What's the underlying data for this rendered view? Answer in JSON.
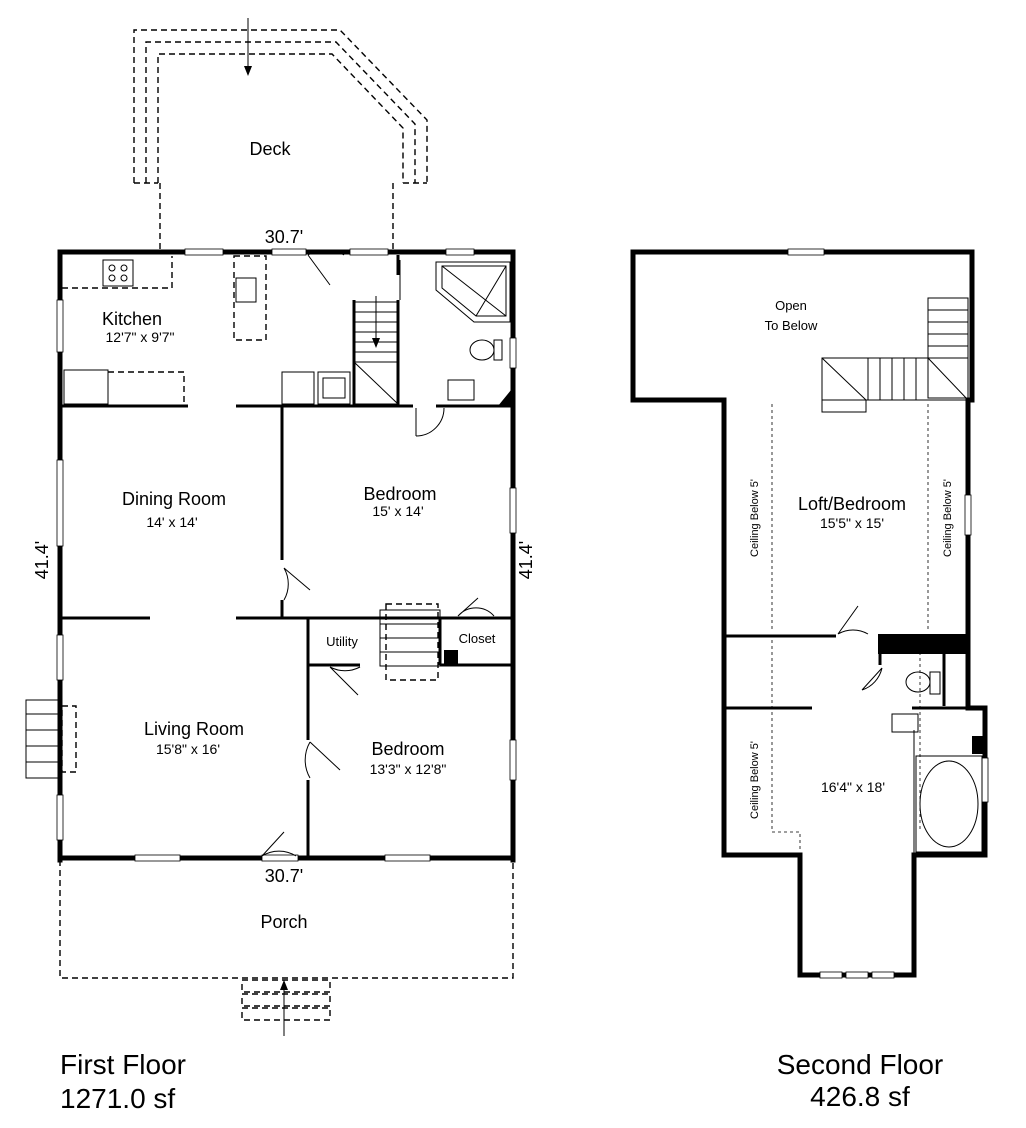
{
  "first_floor": {
    "title": "First Floor",
    "area": "1271.0 sf",
    "width_top": "30.7'",
    "width_bottom": "30.7'",
    "height_left": "41.4'",
    "height_right": "41.4'",
    "rooms": {
      "deck": {
        "name": "Deck"
      },
      "kitchen": {
        "name": "Kitchen",
        "dims": "12'7\" x 9'7\""
      },
      "dining": {
        "name": "Dining Room",
        "dims": "14' x 14'"
      },
      "bedroom1": {
        "name": "Bedroom",
        "dims": "15' x 14'"
      },
      "utility": {
        "name": "Utility"
      },
      "closet": {
        "name": "Closet"
      },
      "living": {
        "name": "Living Room",
        "dims": "15'8\" x 16'"
      },
      "bedroom2": {
        "name": "Bedroom",
        "dims": "13'3\" x 12'8\""
      },
      "porch": {
        "name": "Porch"
      }
    }
  },
  "second_floor": {
    "title": "Second Floor",
    "area": "426.8 sf",
    "rooms": {
      "open_line1": "Open",
      "open_line2": "To Below",
      "loft": {
        "name": "Loft/Bedroom",
        "dims": "15'5\" x 15'"
      },
      "bath": {
        "dims": "16'4\" x 18'"
      },
      "ceiling_note": "Ceiling Below 5'"
    }
  }
}
